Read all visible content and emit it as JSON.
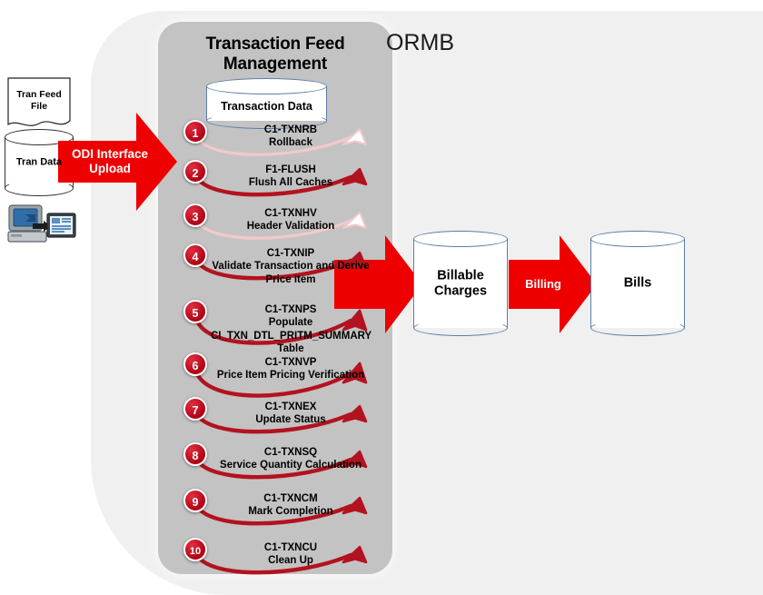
{
  "diagram": {
    "ormb_label": "ORMB",
    "tfm_title": "Transaction Feed Management"
  },
  "colors": {
    "panel_outer": "#f0f0f0",
    "panel_inner": "#c3c3c3",
    "arrow_red": "#ee0000",
    "step_circle": "#c00418",
    "curve_active": "#b3121f",
    "curve_faded": "#f3c9cc",
    "cylinder_stroke": "#5b7fa6"
  },
  "source": {
    "feed_file_label": "Tran Feed File",
    "tran_data_label": "Tran Data",
    "computer_icon": "computer-workstation-icon",
    "odi_arrow_label": "ODI Interface Upload"
  },
  "transaction_data": {
    "label": "Transaction Data"
  },
  "steps": [
    {
      "number": "1",
      "code": "C1-TXNRB",
      "name": "Rollback",
      "state": "faded"
    },
    {
      "number": "2",
      "code": "F1-FLUSH",
      "name": "Flush All Caches",
      "state": "active"
    },
    {
      "number": "3",
      "code": "C1-TXNHV",
      "name": "Header Validation",
      "state": "faded"
    },
    {
      "number": "4",
      "code": "C1-TXNIP",
      "name": "Validate Transaction and Derive Price Item",
      "state": "active"
    },
    {
      "number": "5",
      "code": "C1-TXNPS",
      "name": "Populate CI_TXN_DTL_PRITM_SUMMARY Table",
      "state": "active"
    },
    {
      "number": "6",
      "code": "C1-TXNVP",
      "name": "Price Item Pricing Verification",
      "state": "active"
    },
    {
      "number": "7",
      "code": "C1-TXNEX",
      "name": "Update Status",
      "state": "active"
    },
    {
      "number": "8",
      "code": "C1-TXNSQ",
      "name": "Service Quantity Calculation",
      "state": "active"
    },
    {
      "number": "9",
      "code": "C1-TXNCM",
      "name": "Mark Completion",
      "state": "active"
    },
    {
      "number": "10",
      "code": "C1-TXNCU",
      "name": "Clean Up",
      "state": "active"
    }
  ],
  "outputs": {
    "billable_charges_label": "Billable Charges",
    "billing_arrow_label": "Billing",
    "bills_label": "Bills"
  }
}
